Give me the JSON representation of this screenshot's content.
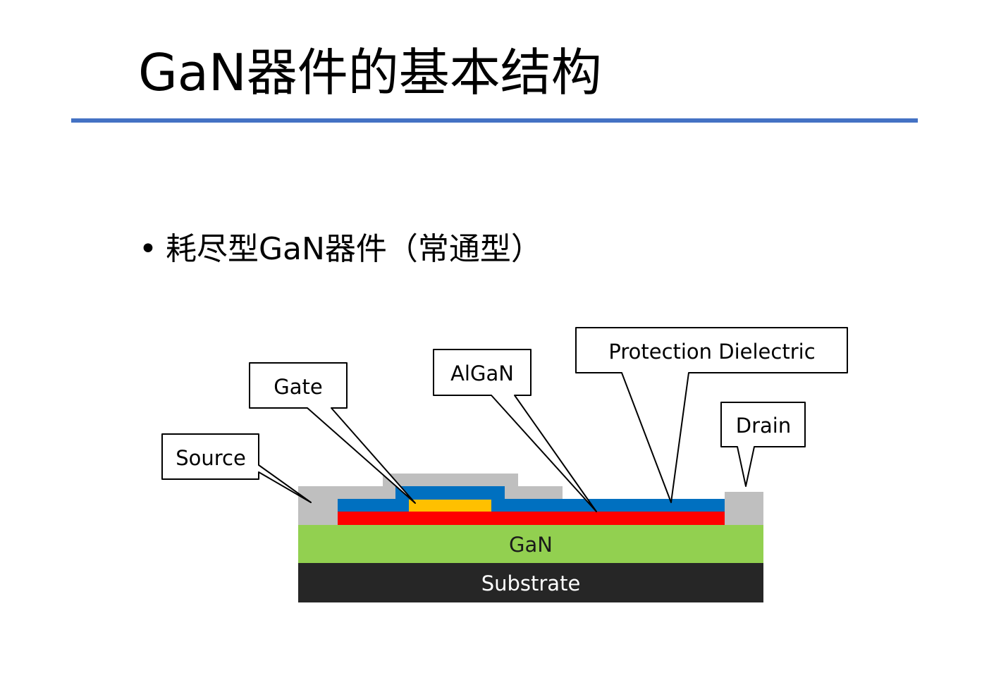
{
  "title": "GaN器件的基本结构",
  "bullet": {
    "marker": "•",
    "text": "耗尽型GaN器件（常通型）"
  },
  "colors": {
    "rule": "#4472C4",
    "metal_contact": "#BFBFBF",
    "dielectric": "#0070C0",
    "gate_metal": "#FFC000",
    "channel_2deg": "#FF0000",
    "gan": "#92D050",
    "substrate": "#262626",
    "callout_border": "#000000",
    "callout_fill": "#FFFFFF"
  },
  "diagram": {
    "layers": {
      "gan_label": "GaN",
      "substrate_label": "Substrate"
    },
    "callouts": {
      "source": "Source",
      "gate": "Gate",
      "algan": "AlGaN",
      "protection_dielectric": "Protection Dielectric",
      "drain": "Drain"
    }
  }
}
